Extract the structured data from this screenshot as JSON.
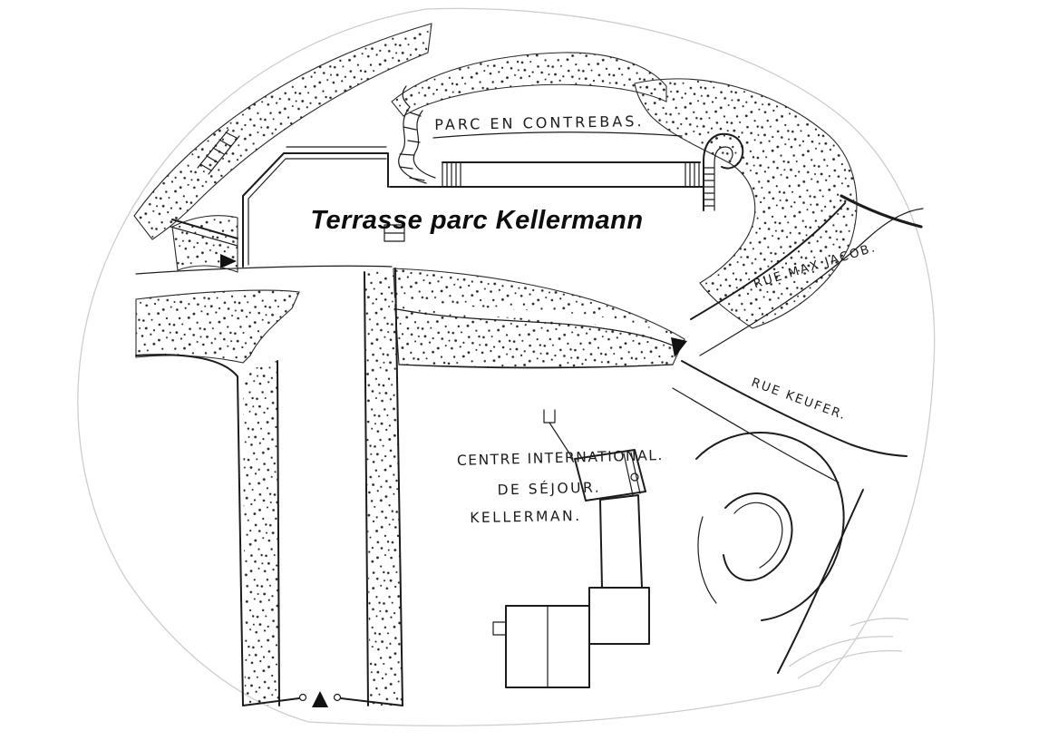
{
  "map": {
    "title": "Terrasse parc Kellermann",
    "labels": {
      "parc_en_contrebas": "PARC EN CONTREBAS.",
      "rue_max_jacob": "RUE MAX JACOB.",
      "rue_keufer": "RUE KEUFER.",
      "centre_line1": "CENTRE INTERNATIONAL.",
      "centre_line2": "DE SÉJOUR.",
      "centre_line3": "KELLERMAN."
    },
    "colors": {
      "ink": "#1c1c1c",
      "paper": "#ffffff",
      "faint_pencil": "#cdcdcd"
    },
    "symbols": {
      "west_entrance_arrow": "filled-triangle-pointing-right",
      "junction_arrow": "filled-triangle-pointing-down-right",
      "south_entrance_arrow": "filled-triangle-pointing-up"
    }
  }
}
